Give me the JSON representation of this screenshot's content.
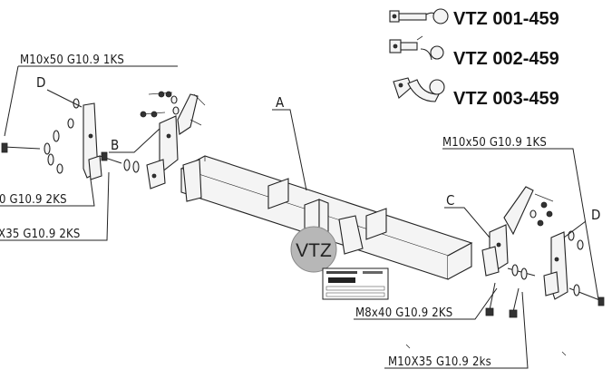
{
  "variants": [
    {
      "code": "VTZ 001-459",
      "icon": "towball-fixed-icon"
    },
    {
      "code": "VTZ 002-459",
      "icon": "towball-detachable-icon"
    },
    {
      "code": "VTZ 003-459",
      "icon": "towball-swan-neck-icon"
    }
  ],
  "callouts": {
    "top_left_bolt": "M10x50 G10.9   1KS",
    "right_bolt": "M10x50 G10.9 1KS",
    "left_g109": "0 G10.9 2KS",
    "left_x35": "X35 G10.9 2KS",
    "m8x40": "M8x40 G10.9 2KS",
    "m10x35": "M10X35 G10.9 2ks"
  },
  "part_letters": {
    "a": "A",
    "b": "B",
    "c": "C",
    "d_left": "D",
    "d_right": "D"
  },
  "badge": "VTZ"
}
